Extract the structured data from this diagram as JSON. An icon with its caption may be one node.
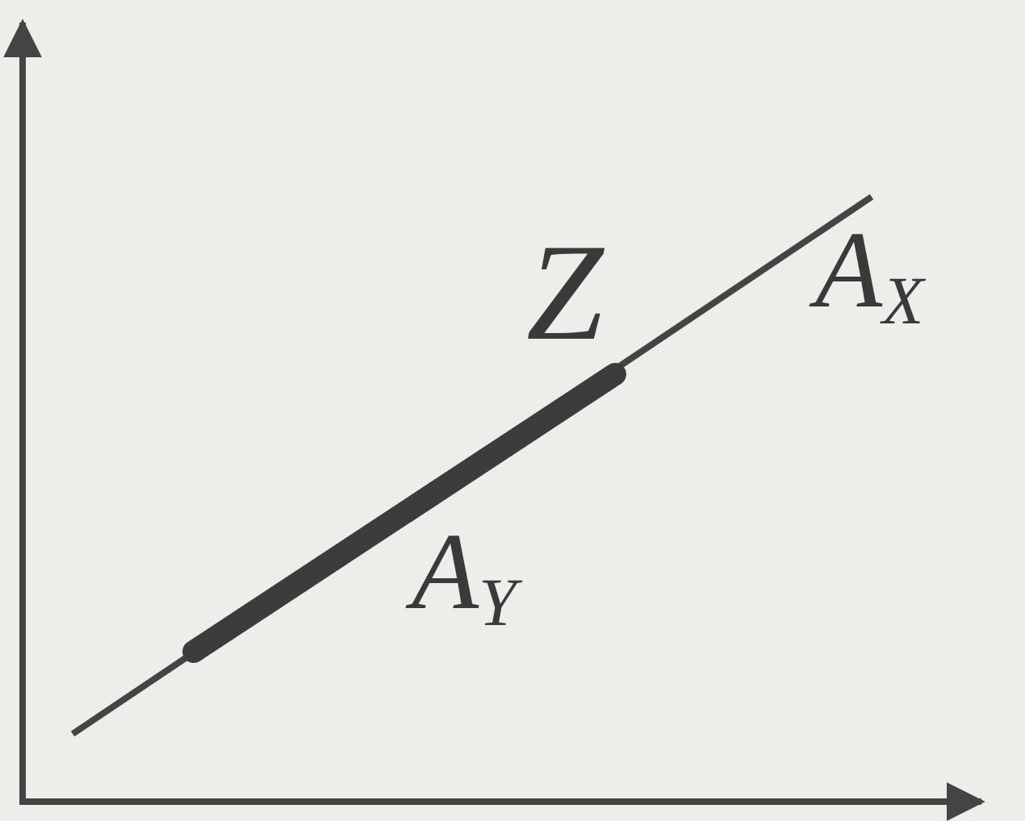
{
  "diagram": {
    "labels": [
      "Z",
      "A$_{X}$",
      "A$_{Y}$"
    ]
  }
}
